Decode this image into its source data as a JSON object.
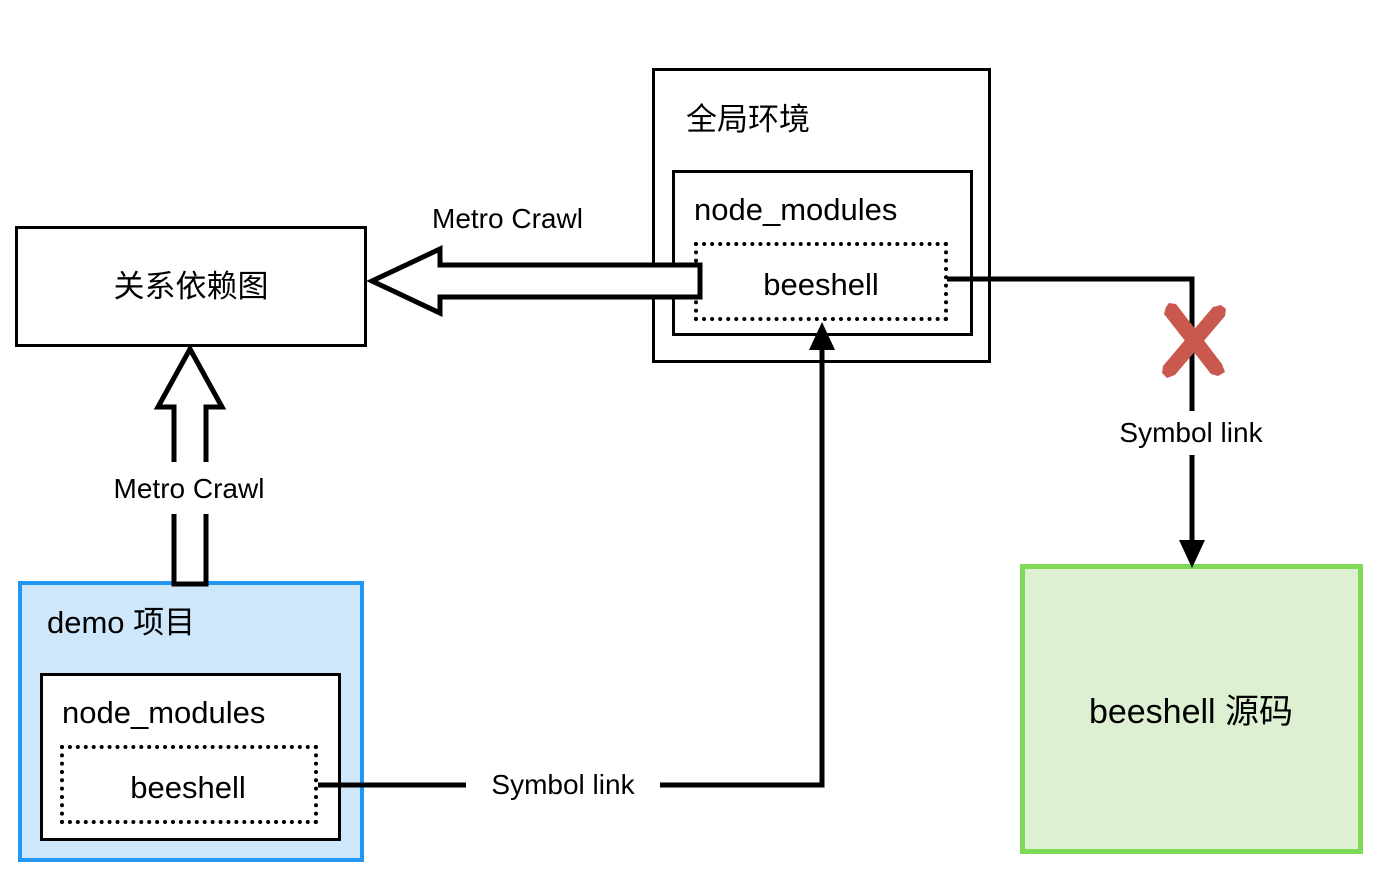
{
  "diagram": {
    "title_text": "",
    "colors": {
      "stroke": "#000000",
      "blue_border": "#2196f3",
      "blue_fill": "#cfe7fb",
      "green_border": "#7ed957",
      "green_fill": "#ddf0d2",
      "red_x": "#c9594f",
      "background": "#ffffff"
    },
    "nodes": {
      "dependency_graph": {
        "label": "关系依赖图"
      },
      "global_env": {
        "label": "全局环境"
      },
      "global_node_modules": {
        "label": "node_modules"
      },
      "global_beeshell": {
        "label": "beeshell"
      },
      "demo_project": {
        "label": "demo 项目"
      },
      "demo_node_modules": {
        "label": "node_modules"
      },
      "demo_beeshell": {
        "label": "beeshell"
      },
      "beeshell_source": {
        "label": "beeshell 源码"
      }
    },
    "edge_labels": {
      "metro_crawl_top": "Metro Crawl",
      "metro_crawl_left": "Metro Crawl",
      "symbol_link_right": "Symbol link",
      "symbol_link_bottom": "Symbol link"
    },
    "markers": {
      "blocked": "x-mark"
    }
  }
}
